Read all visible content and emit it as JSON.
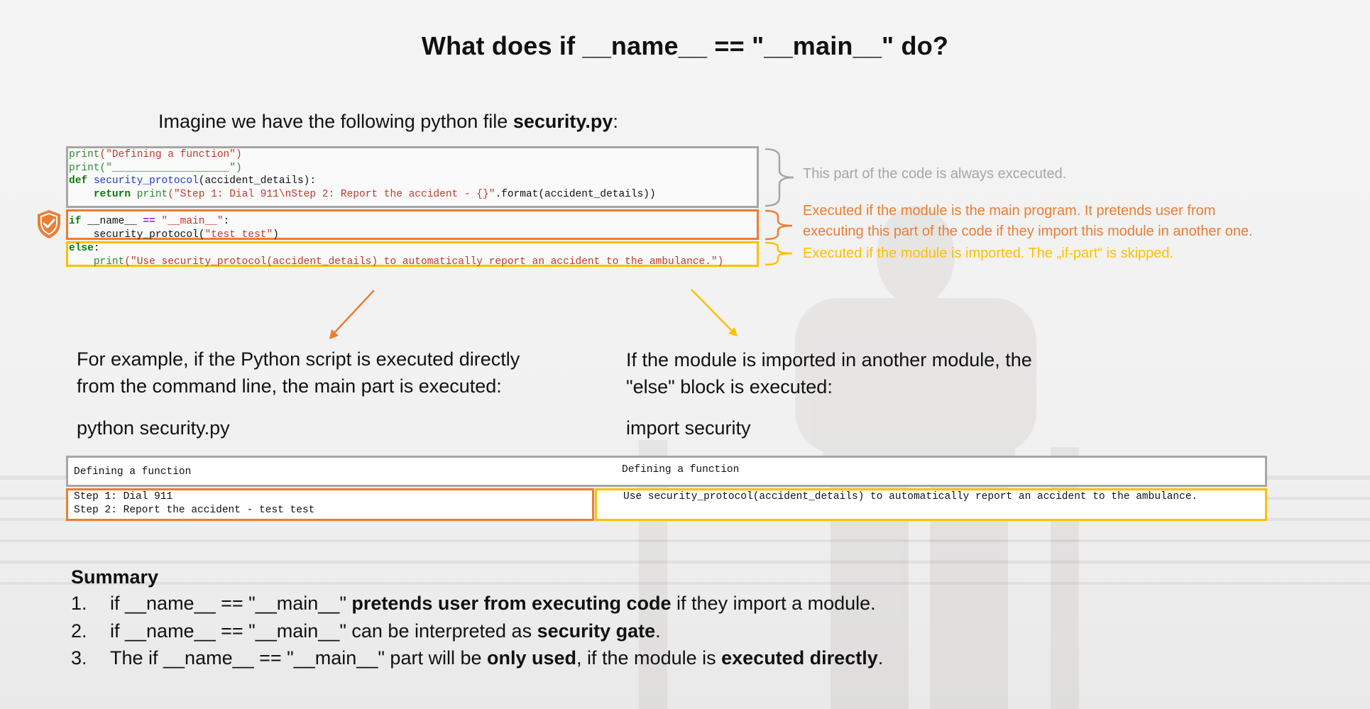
{
  "title": "What does if __name__ == \"__main__\" do?",
  "intro": {
    "prefix": "Imagine we have the following python file ",
    "filename": "security.py",
    "suffix": ":"
  },
  "code": {
    "line1_fn": "print",
    "line1_str": "(\"Defining a function\")",
    "line2_fn": "print",
    "line2_str": "(\"___________________\")",
    "line3_kw": "def",
    "line3_name": "security_protocol",
    "line3_rest": "(accident_details):",
    "line4_kw": "return",
    "line4_fn": "print",
    "line4_str": "(\"Step 1: Dial 911\\nStep 2: Report the accident - {}\"",
    "line4_rest": ".format(accident_details))",
    "line5_kw": "if",
    "line5_var": " __name__ ",
    "line5_op": "==",
    "line5_str": " \"__main__\"",
    "line5_colon": ":",
    "line6": "    security_protocol(",
    "line6_str": "\"test test\"",
    "line6_end": ")",
    "line7_kw": "else",
    "line7_colon": ":",
    "line8_indent": "    ",
    "line8_fn": "print",
    "line8_str": "(\"Use security_protocol(accident_details) to automatically report an accident to the ambulance.\")"
  },
  "notes": {
    "always": "This part of the code is always excecuted.",
    "main_line1": "Executed if the module is the main program. It pretends user from",
    "main_line2": "executing this part of the code if they import this module in another one.",
    "imported": "Executed if the module is imported. The „if-part“ is skipped."
  },
  "left": {
    "para_line1": "For example, if the Python script is executed directly",
    "para_line2": "from the command line, the main part is executed:",
    "command": "python security.py"
  },
  "right": {
    "para_line1": "If the module is imported in another module, the",
    "para_line2": "\"else\" block is executed:",
    "command": "import security"
  },
  "output": {
    "left_top": "Defining a function",
    "right_top": "Defining a function",
    "left_bottom_1": "Step 1: Dial 911",
    "left_bottom_2": "Step 2: Report the accident - test test",
    "right_bottom": "Use security_protocol(accident_details) to automatically report an accident to the ambulance."
  },
  "summary": {
    "title": "Summary",
    "items": [
      {
        "num": "1.",
        "a": "if __name__ == \"__main__\" ",
        "b": "pretends user from executing code",
        "c": " if they import a module."
      },
      {
        "num": "2.",
        "a": "if __name__ == \"__main__\" can be interpreted as ",
        "b": "security gate",
        "c": "."
      },
      {
        "num": "3.",
        "a": "The if __name__ == \"__main__\" part will be ",
        "b": "only used",
        "c": ", if the module is ",
        "d": "executed directly",
        "e": "."
      }
    ]
  },
  "colors": {
    "gray": "#a6a6a6",
    "orange": "#ed7d31",
    "yellow": "#ffc000"
  },
  "icons": [
    "shield-check-icon",
    "brace-icon",
    "arrow-icon"
  ]
}
